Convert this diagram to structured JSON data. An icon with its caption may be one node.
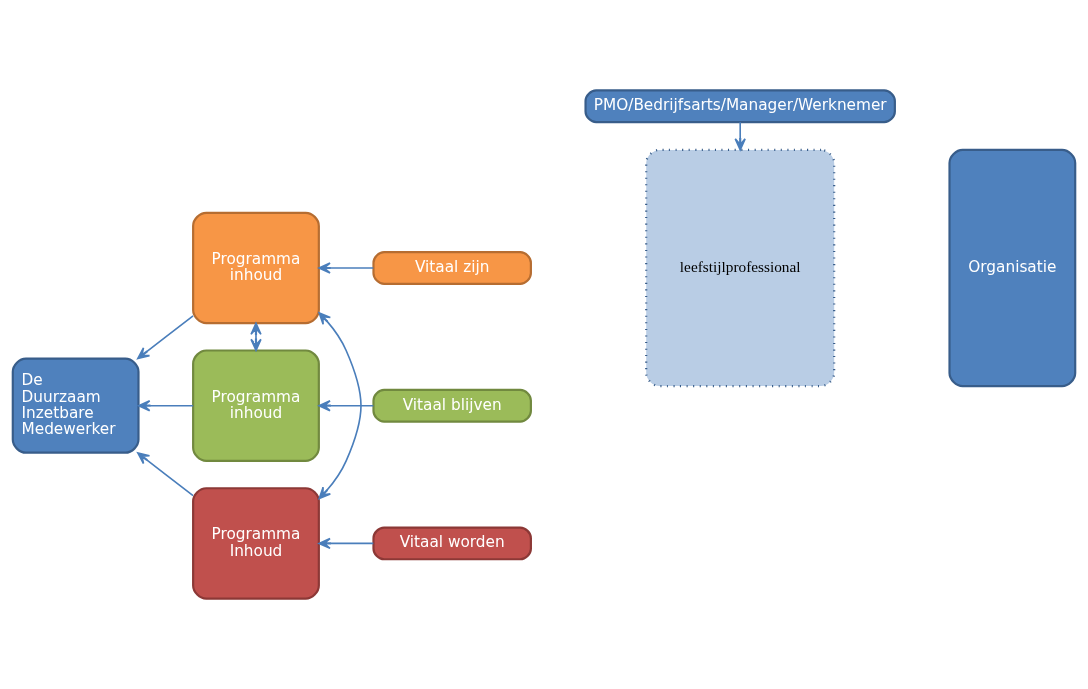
{
  "diagram": {
    "nodes": [
      {
        "text": [
          "Programma Inhoud"
        ]
      },
      {
        "text": [
          "PMO/Bedrijfsarts/Manager/Werknemer"
        ]
      },
      {
        "text": [
          "leefstijlprofessional"
        ]
      },
      {
        "text": [
          "Organisatie"
        ]
      },
      {
        "text": [
          "Vitaal worden"
        ]
      },
      {
        "text": [
          "De Duurzaam Inzetbare Medewerker"
        ]
      },
      {
        "text": [
          "Programma inhoud"
        ]
      },
      {
        "text": [
          "Vitaal zijn"
        ]
      },
      {
        "text": [
          "Vitaal blijven"
        ]
      },
      {
        "text": [
          "Programma inhoud"
        ]
      }
    ],
    "edges": [
      {
        "from": 1,
        "to": 2,
        "arrow": "to"
      },
      {
        "from": 4,
        "to": 0,
        "arrow": "to"
      },
      {
        "from": 7,
        "to": 6,
        "arrow": "to"
      },
      {
        "from": 8,
        "to": 9,
        "arrow": "to"
      },
      {
        "from": 0,
        "to": 5,
        "arrow": "to"
      },
      {
        "from": 6,
        "to": 5,
        "arrow": "to"
      },
      {
        "from": 9,
        "to": 5,
        "arrow": "to"
      },
      {
        "from": 0,
        "to": 6,
        "arrow": "both"
      },
      {
        "from": 6,
        "to": 9,
        "arrow": "both"
      }
    ]
  }
}
